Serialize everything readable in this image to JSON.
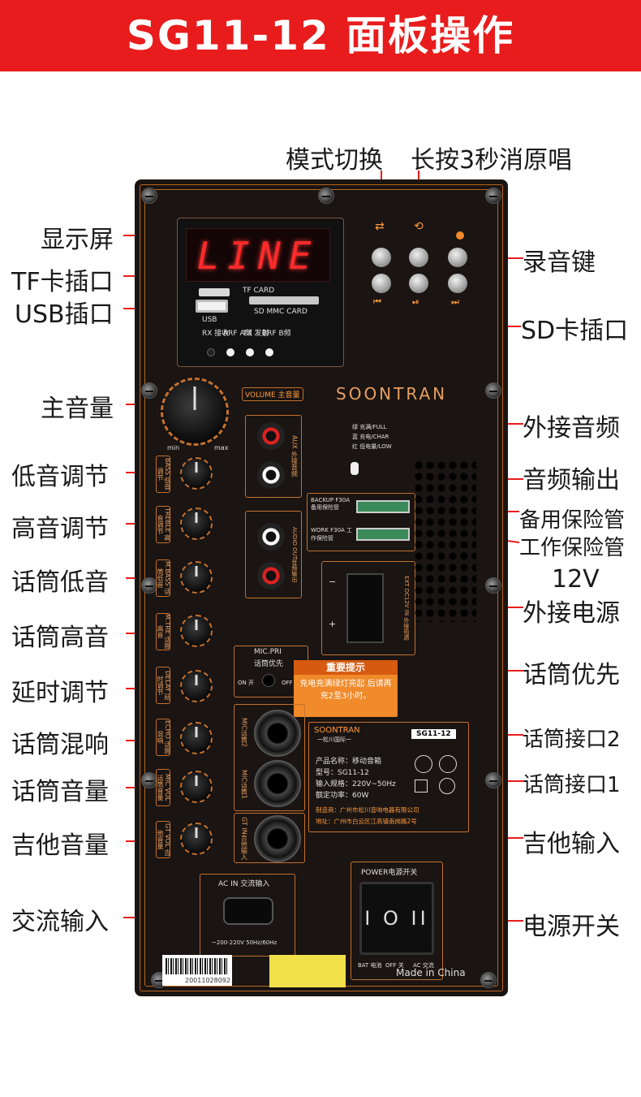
{
  "title": "SG11-12 面板操作",
  "callouts": {
    "mode_switch": "模式切换",
    "long_press": "长按3秒消原唱",
    "display": "显示屏",
    "tf_slot": "TF卡插口",
    "usb_port": "USB插口",
    "record_key": "录音键",
    "sd_slot": "SD卡插口",
    "master_volume": "主音量",
    "aux_in": "外接音频",
    "bass": "低音调节",
    "audio_out": "音频输出",
    "treble": "高音调节",
    "backup_fuse": "备用保险管",
    "work_fuse": "工作保险管",
    "mic_bass": "话筒低音",
    "ext_power_12v": "12V",
    "ext_power": "外接电源",
    "mic_treble": "话筒高音",
    "delay": "延时调节",
    "mic_priority": "话筒优先",
    "mic_echo": "话筒混响",
    "mic_jack_2": "话筒接口2",
    "mic_volume": "话筒音量",
    "mic_jack_1": "话筒接口1",
    "guitar_volume": "吉他音量",
    "guitar_in": "吉他输入",
    "ac_in": "交流输入",
    "power_switch": "电源开关"
  },
  "panel": {
    "led_text": "LINE",
    "tf_card": "TF CARD",
    "usb": "USB",
    "sd_card": "SD MMC CARD",
    "ir_labels": [
      "RX 接收",
      "ARF A频",
      "TX 发射",
      "BRF B频"
    ],
    "brand": "SOONTRAN",
    "volume_label": "VOLUME 主音量",
    "min": "min",
    "max": "max",
    "aux_label": "AUX 外接音频",
    "audio_out_label": "AUDIO OUT音频输出",
    "charge_legend": [
      "绿 充满/FULL",
      "蓝 充电/CHAR",
      "红 低电量/LOW"
    ],
    "backup_fuse": "BACKUP F30A 备用保险管",
    "work_fuse": "WORK F30A 工作保险管",
    "ext_dc": "EXT DC12V IN 外接电源",
    "knob_labels": [
      "BASS 低音调节",
      "TREBLE 高音调节",
      "M.BASS 话筒低音",
      "M.TRE 话筒高音",
      "DELAY 延时调节",
      "ECHO 话筒混响",
      "MIC VOL 话筒音量",
      "GT VOL 吉他音量"
    ],
    "mic_pri": "MIC.PRI",
    "mic_pri_cn": "话筒优先",
    "on": "ON 开",
    "off": "OFF 关",
    "notice_title": "重要提示",
    "notice_body": "充电充满绿灯亮起 后请再充2至3小时。",
    "mic2": "MIC话筒2",
    "mic1": "MIC话筒1",
    "gt_in": "GT IN吉他输入",
    "card_brand": "SOONTRAN",
    "card_brand_sub": "一松川国际一",
    "card_model_badge": "SG11-12",
    "card_lines": [
      "产品名称：移动音箱",
      "型号：SG11-12",
      "输入规格：220V~50Hz",
      "额定功率：60W"
    ],
    "card_maker": "制造商：广州市松川音响电器有限公司",
    "card_addr": "地址：广州市白云区江高镇南岗路2号",
    "ac_in": "AC IN 交流输入",
    "ac_spec": "~200-220V 50Hz/60Hz",
    "power_label": "POWER电源开关",
    "rocker": "I O II",
    "switch_modes": [
      "BAT 电池",
      "OFF 关",
      "AC 交流"
    ],
    "made_in": "Made in China",
    "barcode_number": "20011028092"
  }
}
